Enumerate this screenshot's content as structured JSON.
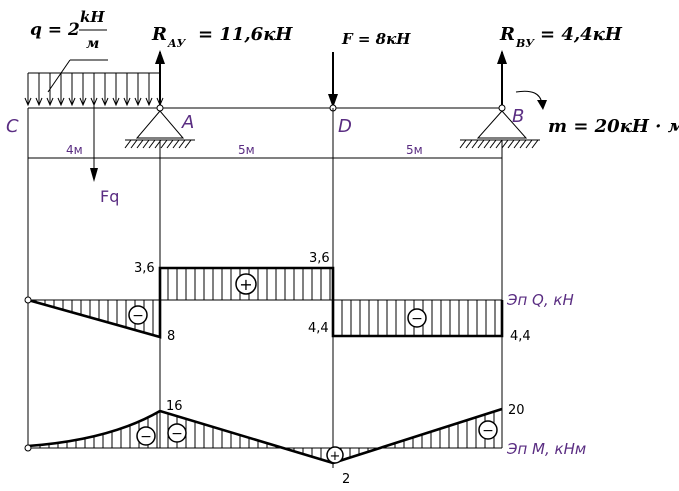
{
  "loads": {
    "q_lhs": "q = 2",
    "q_num": "kH",
    "q_den": "м",
    "ra_label": "R",
    "ra_sub": "AУ",
    "ra_value": "= 11,6кН",
    "f_label": "F = 8кН",
    "rb_label": "R",
    "rb_sub": "BУ",
    "rb_value": "= 4,4кН",
    "m_label": "m = 20кН · м",
    "fq_label": "Fq"
  },
  "points": {
    "c": "C",
    "a": "A",
    "d": "D",
    "b": "B"
  },
  "spans": {
    "s1": "4м",
    "s2": "5м",
    "s3": "5м"
  },
  "shear": {
    "title": "Эп Q, кН",
    "v_a_left": "8",
    "v_a_right": "3,6",
    "v_d_left": "3,6",
    "v_d_right": "4,4",
    "v_b": "4,4",
    "sign_cs": "−",
    "sign_ad": "+",
    "sign_db": "−"
  },
  "moment": {
    "title": "Эп М, кНм",
    "v_a": "16",
    "v_d": "2",
    "v_b": "20",
    "sign_plus": "+",
    "sign_minus": "−"
  }
}
